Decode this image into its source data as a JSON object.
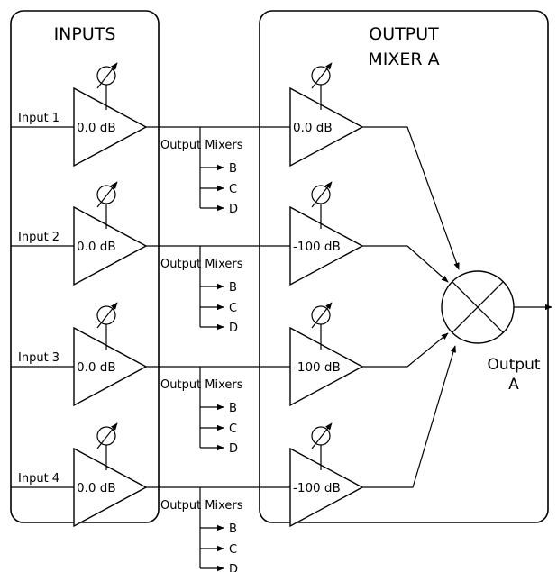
{
  "inputs_panel": {
    "title": "INPUTS",
    "channels": [
      {
        "input_label": "Input 1",
        "gain": "0.0 dB"
      },
      {
        "input_label": "Input 2",
        "gain": "0.0 dB"
      },
      {
        "input_label": "Input 3",
        "gain": "0.0 dB"
      },
      {
        "input_label": "Input 4",
        "gain": "0.0 dB"
      }
    ],
    "output_mixers_label": "Output Mixers",
    "mixer_letters": [
      "B",
      "C",
      "D"
    ]
  },
  "output_panel": {
    "title_line1": "OUTPUT",
    "title_line2": "MIXER  A",
    "gains": [
      "0.0 dB",
      "-100 dB",
      "-100 dB",
      "-100 dB"
    ],
    "output_label_line1": "Output",
    "output_label_line2": "A"
  }
}
